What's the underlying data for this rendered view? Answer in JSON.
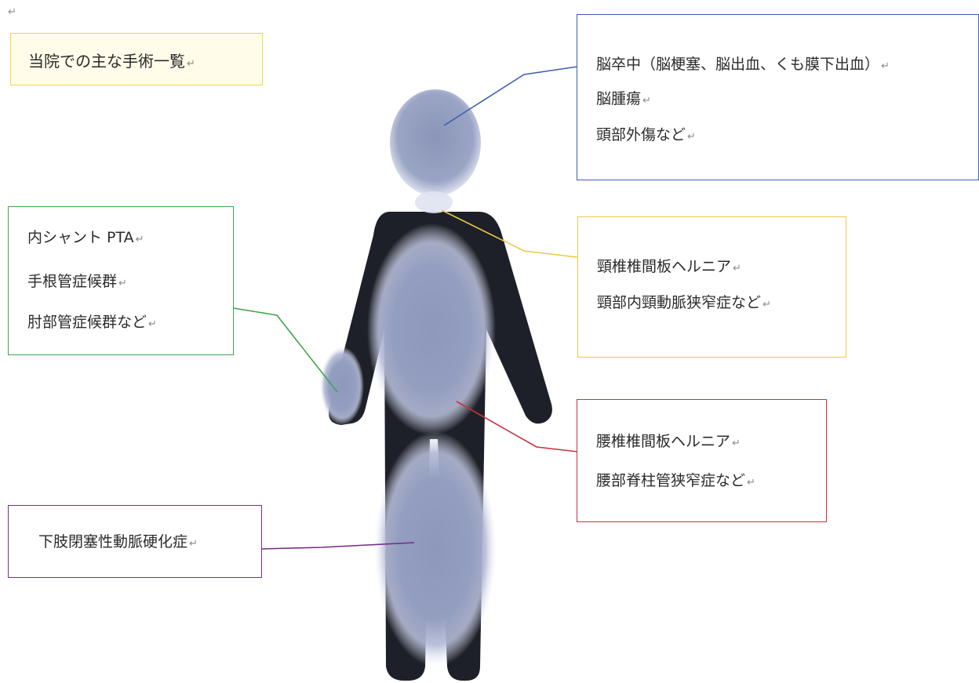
{
  "title_box": {
    "text": "当院での主な手術一覧"
  },
  "regions": {
    "brain": {
      "items": [
        "脳卒中（脳梗塞、脳出血、くも膜下出血）",
        "脳腫瘍",
        "頭部外傷など"
      ],
      "color": "#3f5fae"
    },
    "neck": {
      "items": [
        "頸椎椎間板ヘルニア",
        "頸部内頸動脈狭窄症など"
      ],
      "color": "#eac948"
    },
    "arm": {
      "items": [
        "内シャント PTA",
        "手根管症候群",
        "肘部管症候群など"
      ],
      "color": "#3fa64a"
    },
    "lumbar": {
      "items": [
        "腰椎椎間板ヘルニア",
        "腰部脊柱管狭窄症など"
      ],
      "color": "#c8323c"
    },
    "leg": {
      "items": [
        "下肢閉塞性動脈硬化症"
      ],
      "color": "#7a2e86"
    }
  },
  "colors": {
    "figure_body": "#1e2029",
    "highlight": "#aab2cf"
  },
  "paragraph_mark": "↵"
}
